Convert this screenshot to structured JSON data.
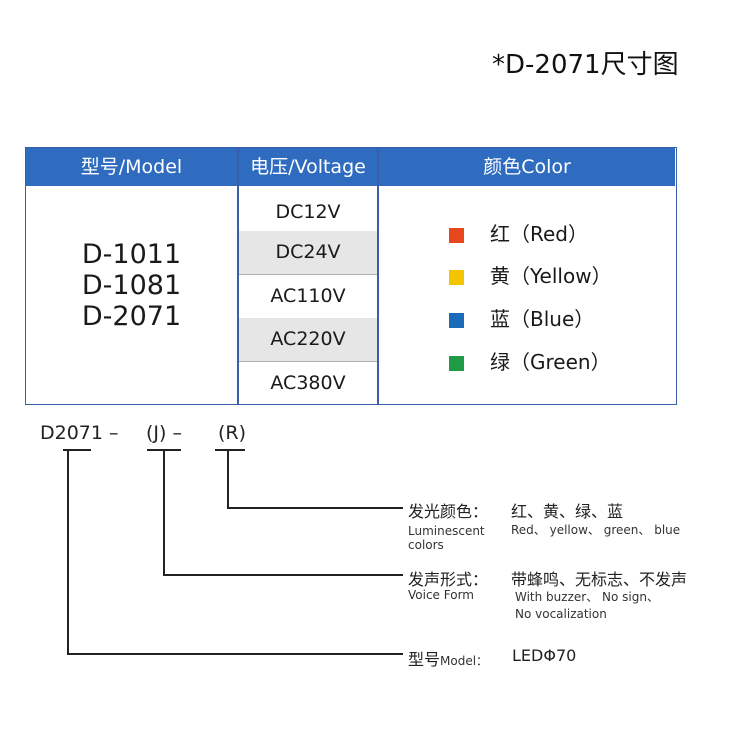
{
  "title": "*D-2071尺寸图",
  "table": {
    "headers": {
      "model": "型号/Model",
      "voltage": "电压/Voltage",
      "color": "颜色Color"
    },
    "models": [
      "D-1011",
      "D-1081",
      "D-2071"
    ],
    "voltages": [
      "DC12V",
      "DC24V",
      "AC110V",
      "AC220V",
      "AC380V"
    ],
    "colors": [
      {
        "label": "红（Red）",
        "hex": "#e8471e"
      },
      {
        "label": "黄（Yellow）",
        "hex": "#f2c500"
      },
      {
        "label": "蓝（Blue）",
        "hex": "#1a6bb8"
      },
      {
        "label": "绿（Green）",
        "hex": "#1f9a45"
      }
    ],
    "header_color": "#2f6cc0"
  },
  "code": {
    "base": "D2071 –",
    "voice": "(J) –",
    "color": "(R)"
  },
  "legend": {
    "color": {
      "label_cn": "发光颜色：",
      "label_en": "Luminescent colors",
      "values_cn": "红、黄、绿、蓝",
      "values_en": "Red、  yellow、  green、 blue"
    },
    "voice": {
      "label_cn": "发声形式：",
      "label_en": "Voice Form",
      "values_cn": "带蜂鸣、无标志、不发声",
      "values_en_1": "With buzzer、    No sign、",
      "values_en_2": "No vocalization"
    },
    "model": {
      "label_cn": "型号",
      "label_en": "Model：",
      "value": "LEDΦ70"
    }
  }
}
